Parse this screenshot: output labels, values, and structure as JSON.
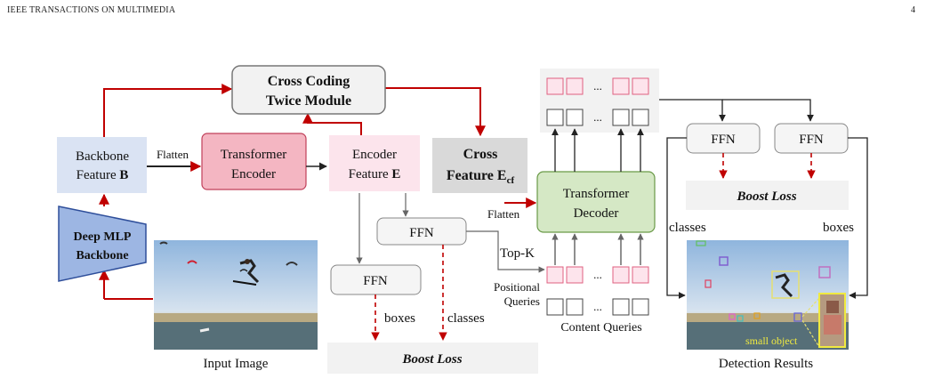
{
  "header": {
    "journal": "IEEE TRANSACTIONS ON MULTIMEDIA",
    "page_number": "4"
  },
  "figure": {
    "cross_coding": {
      "line1": "Cross Coding",
      "line2": "Twice Module"
    },
    "backbone_feature": {
      "line1": "Backbone",
      "line2_text": "Feature ",
      "line2_bold": "B"
    },
    "flatten_label": "Flatten",
    "transformer_encoder": {
      "line1": "Transformer",
      "line2": "Encoder"
    },
    "encoder_feature": {
      "line1": "Encoder",
      "line2_text": "Feature ",
      "line2_bold": "E"
    },
    "cross_feature": {
      "line1": "Cross",
      "line2": "Feature E",
      "sub": "cf"
    },
    "deep_mlp": {
      "line1": "Deep MLP",
      "line2": "Backbone"
    },
    "input_image_caption": "Input Image",
    "ffn_label": "FFN",
    "topk_label": "Top-K",
    "boxes_label": "boxes",
    "classes_label": "classes",
    "boost_loss": "Boost Loss",
    "flatten_label2": "Flatten",
    "transformer_decoder": {
      "line1": "Transformer",
      "line2": "Decoder"
    },
    "positional_queries": {
      "line1": "Positional",
      "line2": "Queries"
    },
    "content_queries": "Content Queries",
    "ellipsis": "...",
    "detection_results": "Detection Results",
    "small_object": "small object",
    "colors": {
      "red_arrow": "#c00000",
      "backbone_fill": "#dae3f3",
      "encoder_fill": "#f4b6c2",
      "encfeat_fill": "#fce4ec",
      "cross_fill": "#d9d9d9",
      "decoder_fill": "#d5e8c5",
      "mlp_fill": "#9db6e3",
      "boost_fill": "#f2f2f2"
    }
  }
}
